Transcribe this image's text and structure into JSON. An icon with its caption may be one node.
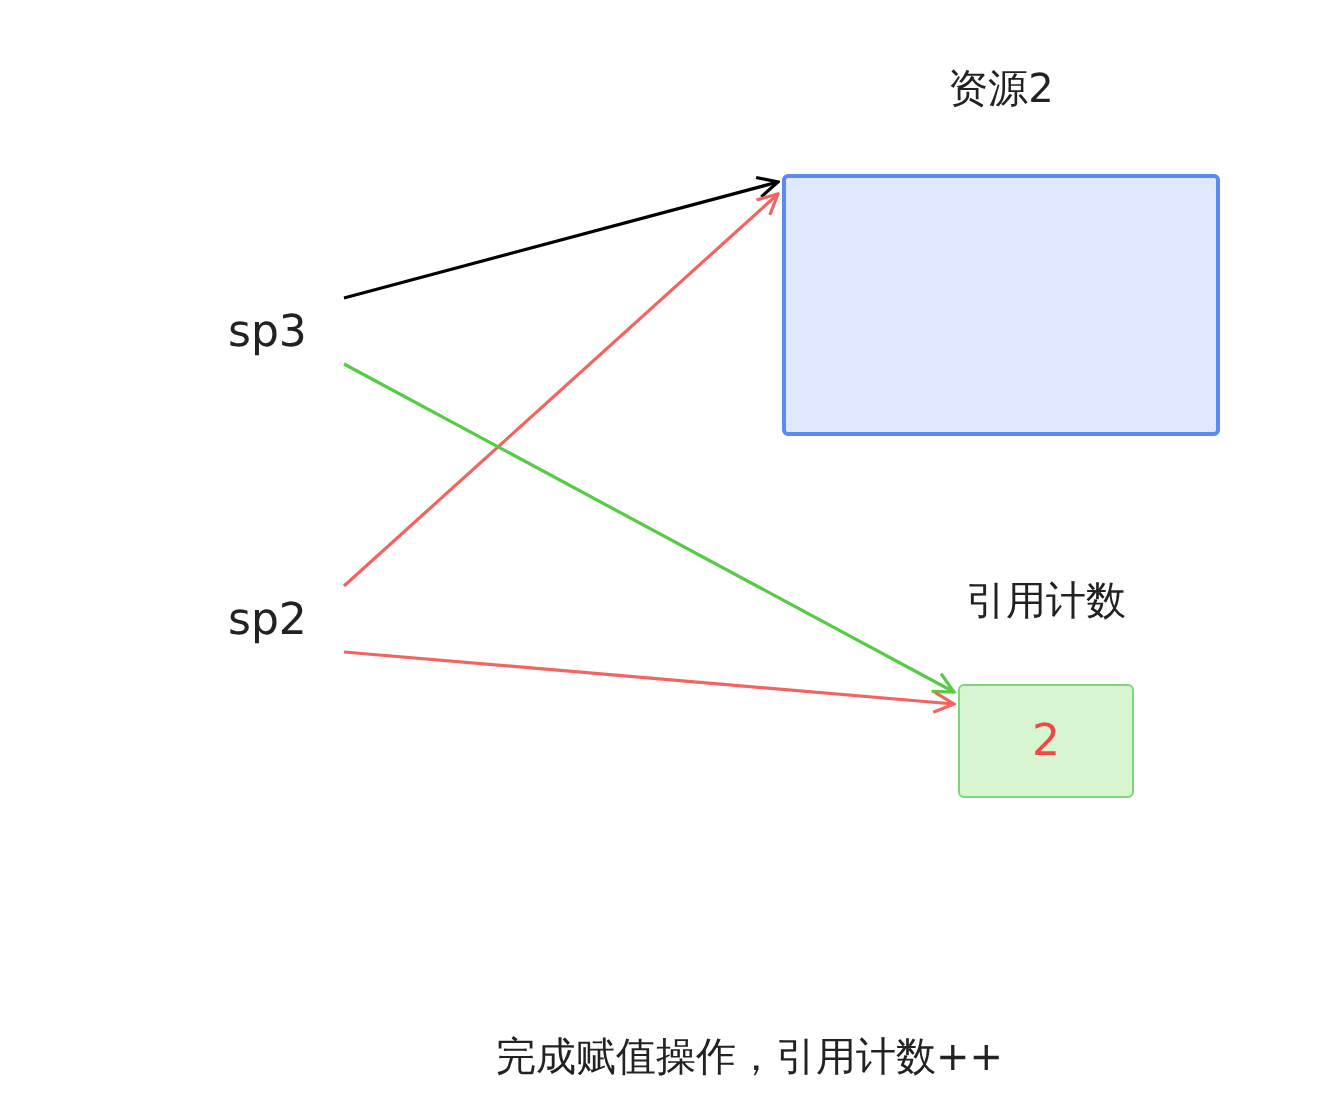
{
  "diagram": {
    "caption": "完成赋值操作，引用计数++",
    "nodes": [
      {
        "text": [
          "sp3"
        ]
      },
      {
        "text": [
          "sp2"
        ]
      },
      {
        "text": [
          "资源2"
        ]
      },
      {
        "text": [
          "引用计数",
          "2"
        ]
      }
    ],
    "edges": [
      {
        "from": 0,
        "to": 2,
        "arrow": "to",
        "color": "#000000"
      },
      {
        "from": 1,
        "to": 2,
        "arrow": "to",
        "color": "#f06560"
      },
      {
        "from": 0,
        "to": 3,
        "arrow": "to",
        "color": "#55cc44"
      },
      {
        "from": 1,
        "to": 3,
        "arrow": "to",
        "color": "#f06560"
      }
    ]
  }
}
